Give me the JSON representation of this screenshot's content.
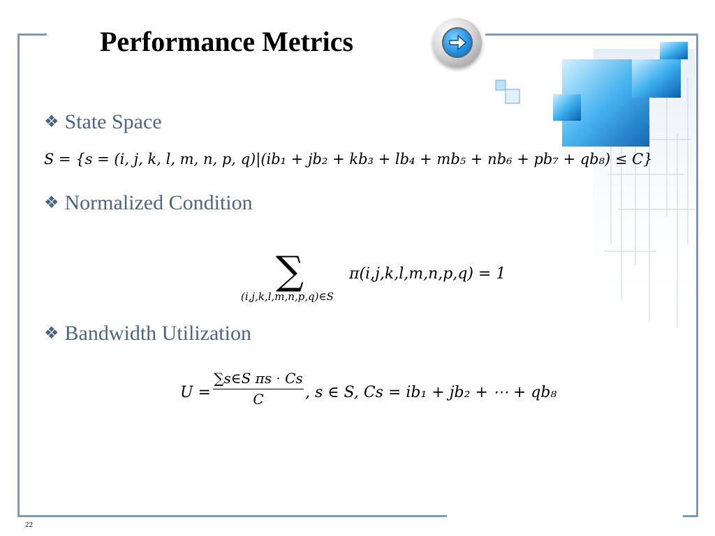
{
  "slide": {
    "title": "Performance Metrics",
    "page_number": "22"
  },
  "bullets": [
    {
      "mark": "❖",
      "label": "State Space"
    },
    {
      "mark": "❖",
      "label": "Normalized Condition"
    },
    {
      "mark": "❖",
      "label": "Bandwidth Utilization"
    }
  ],
  "formulas": {
    "state_space": "S = {s = (i, j, k, l, m, n, p, q)|(ib₁ + jb₂ + kb₃ + lb₄ + mb₅ + nb₆ + pb₇ + qb₈) ≤ C}",
    "normalized_sum_symbol": "∑",
    "normalized_subscript": "(i,j,k,l,m,n,p,q)∈S",
    "normalized_rhs": "π(i,j,k,l,m,n,p,q) = 1",
    "utilization_lhs": "U =",
    "utilization_numerator": "∑s∈S πs · Cs",
    "utilization_denominator": "C",
    "utilization_rhs": ", s ∈ S, Cs = ib₁ + jb₂ + ⋯ + qb₈"
  },
  "icons": {
    "next": "arrow-right-icon"
  },
  "colors": {
    "frame": "#7f98b4",
    "bullet_text": "#4a6586",
    "arrow_blue": "#1f8fe0"
  }
}
